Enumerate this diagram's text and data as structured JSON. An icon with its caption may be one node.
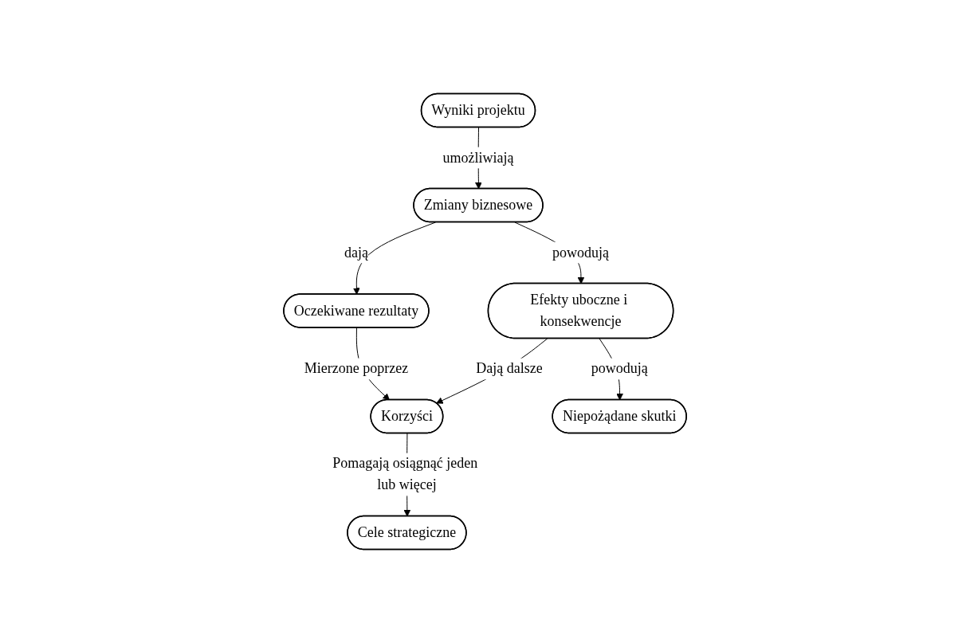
{
  "diagram": {
    "nodes": [
      {
        "text": [
          "Wyniki projektu"
        ]
      },
      {
        "text": [
          "Zmiany biznesowe"
        ]
      },
      {
        "text": [
          "Oczekiwane rezultaty"
        ]
      },
      {
        "text": [
          "Efekty uboczne i konsekwencje"
        ]
      },
      {
        "text": [
          "Korzyści"
        ]
      },
      {
        "text": [
          "Niepożądane skutki"
        ]
      },
      {
        "text": [
          "Cele strategiczne"
        ]
      }
    ],
    "edges": [
      {
        "from": 0,
        "to": 1,
        "arrow": "to",
        "label": "umożliwiają"
      },
      {
        "from": 1,
        "to": 2,
        "arrow": "to",
        "label": "dają"
      },
      {
        "from": 1,
        "to": 3,
        "arrow": "to",
        "label": "powodują"
      },
      {
        "from": 2,
        "to": 4,
        "arrow": "to",
        "label": "Mierzone poprzez"
      },
      {
        "from": 3,
        "to": 4,
        "arrow": "to",
        "label": "Dają dalsze"
      },
      {
        "from": 3,
        "to": 5,
        "arrow": "to",
        "label": "powodują"
      },
      {
        "from": 4,
        "to": 6,
        "arrow": "to",
        "label": "Pomagają osiągnąć jeden lub więcej"
      }
    ]
  }
}
